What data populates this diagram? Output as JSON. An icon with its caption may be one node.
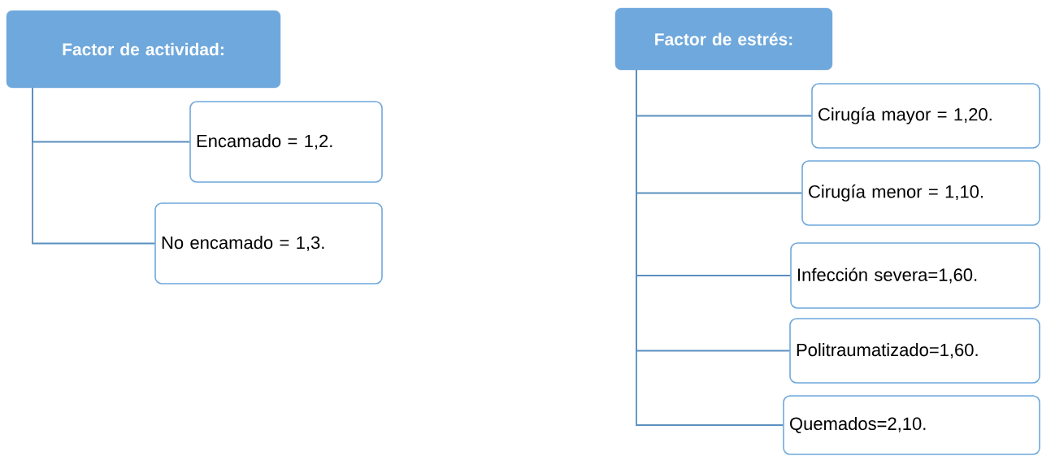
{
  "diagram": {
    "nodes": [
      {
        "text": [
          "Factor de actividad:"
        ]
      },
      {
        "text": [
          "Encamado = 1,2."
        ]
      },
      {
        "text": [
          "No encamado = 1,3."
        ]
      },
      {
        "text": [
          "Factor de estrés:"
        ]
      },
      {
        "text": [
          "Cirugía mayor = 1,20."
        ]
      },
      {
        "text": [
          "Cirugía menor = 1,10."
        ]
      },
      {
        "text": [
          "Infección severa=1,60."
        ]
      },
      {
        "text": [
          "Politraumatizado=1,60."
        ]
      },
      {
        "text": [
          "Quemados=2,10."
        ]
      }
    ],
    "edges": [
      {
        "from": 0,
        "to": 1,
        "arrow": "none"
      },
      {
        "from": 0,
        "to": 2,
        "arrow": "none"
      },
      {
        "from": 3,
        "to": 4,
        "arrow": "none"
      },
      {
        "from": 3,
        "to": 5,
        "arrow": "none"
      },
      {
        "from": 3,
        "to": 6,
        "arrow": "none"
      },
      {
        "from": 3,
        "to": 7,
        "arrow": "none"
      },
      {
        "from": 3,
        "to": 8,
        "arrow": "none"
      }
    ]
  }
}
